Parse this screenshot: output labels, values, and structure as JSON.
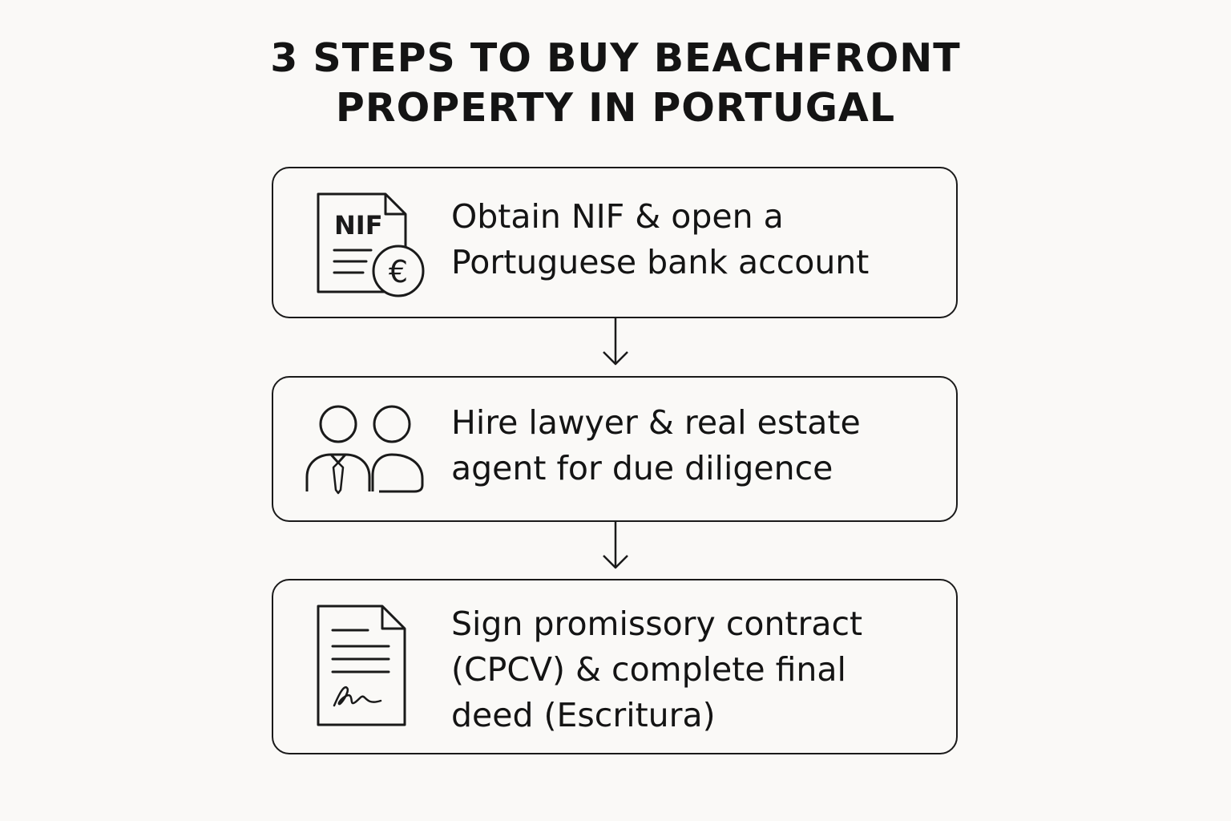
{
  "title": {
    "line1": "3 STEPS TO BUY BEACHFRONT",
    "line2": "PROPERTY IN PORTUGAL"
  },
  "steps": [
    {
      "icon": "nif-document-euro-icon",
      "line1": "Obtain NIF & open a",
      "line2": "Portuguese bank account",
      "icon_text": "NIF",
      "currency_symbol": "€"
    },
    {
      "icon": "two-people-icon",
      "line1": "Hire lawyer & real estate",
      "line2": "agent for due diligence"
    },
    {
      "icon": "signed-contract-icon",
      "line1": "Sign promissory contract",
      "line2": "(CPCV) & complete final",
      "line3": "deed (Escritura)"
    }
  ],
  "colors": {
    "background": "#faf9f7",
    "stroke": "#1a1a1a",
    "text": "#141414"
  }
}
